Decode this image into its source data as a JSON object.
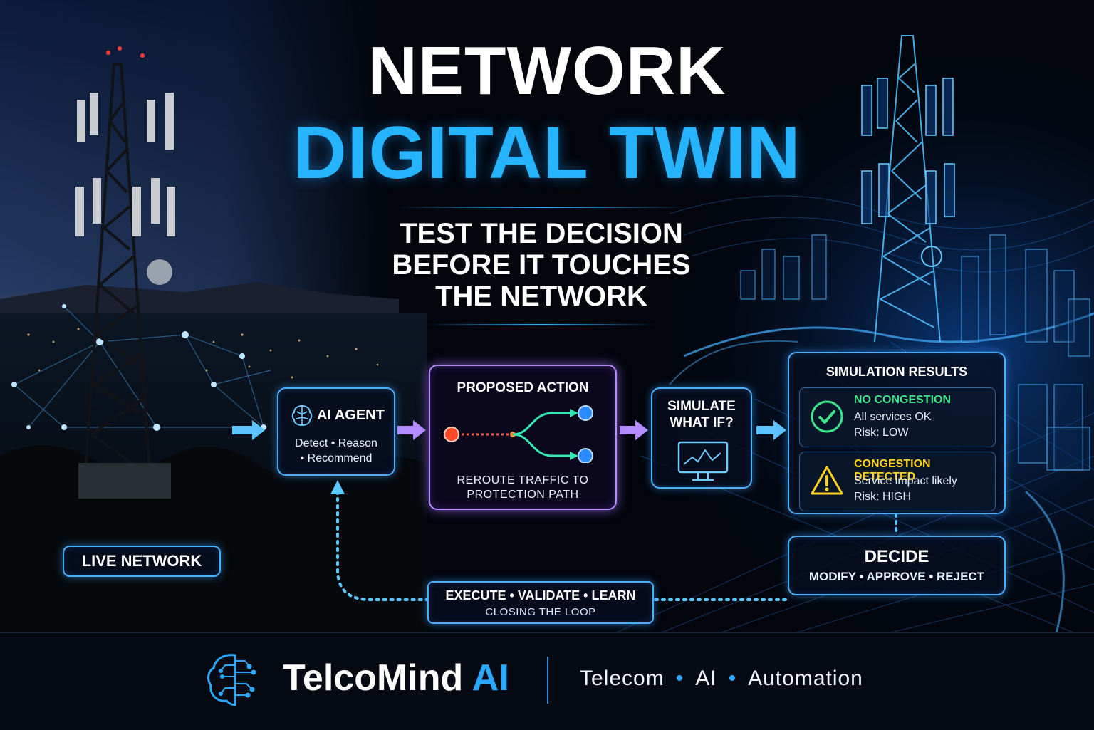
{
  "title": {
    "line1": "NETWORK",
    "line2": "DIGITAL TWIN"
  },
  "subtitle": {
    "line1": "TEST THE DECISION",
    "line2": "BEFORE IT TOUCHES",
    "line3": "THE NETWORK"
  },
  "live_network_label": "LIVE NETWORK",
  "ai_agent": {
    "title": "AI AGENT",
    "line1": "Detect • Reason",
    "line2": "• Recommend"
  },
  "proposed_action": {
    "title": "PROPOSED ACTION",
    "line1": "REROUTE TRAFFIC TO",
    "line2": "PROTECTION PATH"
  },
  "simulate": {
    "line1": "SIMULATE",
    "line2": "WHAT IF?"
  },
  "simulation_results": {
    "title": "SIMULATION RESULTS",
    "ok": {
      "title": "NO CONGESTION",
      "line1": "All services OK",
      "line2": "Risk: LOW"
    },
    "bad": {
      "title": "CONGESTION DETECTED",
      "line1": "Service impact likely",
      "line2": "Risk: HIGH"
    }
  },
  "decide": {
    "title": "DECIDE",
    "options": "MODIFY • APPROVE • REJECT"
  },
  "loop": {
    "line1": "EXECUTE • VALIDATE • LEARN",
    "line2": "CLOSING THE LOOP"
  },
  "footer": {
    "brand_main": "TelcoMind",
    "brand_ai": "AI",
    "tag1": "Telecom",
    "tag2": "AI",
    "tag3": "Automation",
    "dot": "•"
  },
  "colors": {
    "accent_blue": "#27b4ff",
    "purple": "#b98cff",
    "ok_green": "#3ee38a",
    "warn_yellow": "#ffd21f"
  }
}
